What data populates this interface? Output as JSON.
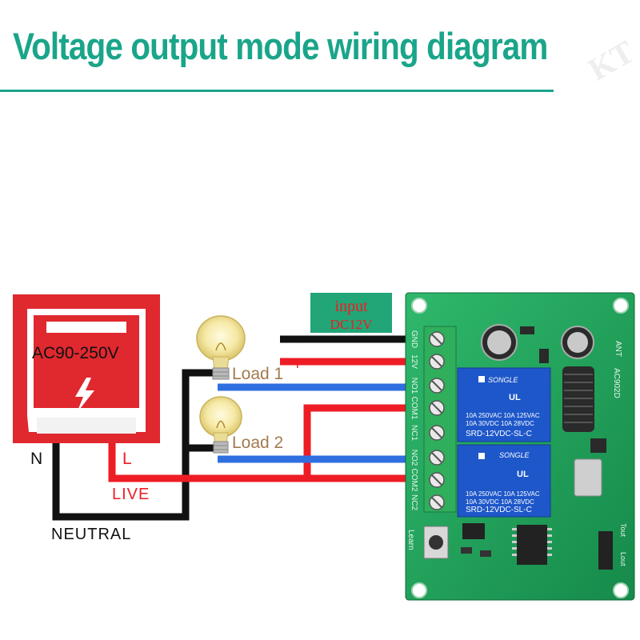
{
  "title": "Voltage output mode wiring diagram",
  "watermark": "KT",
  "power_source": {
    "label": "AC90-250V",
    "neutral_terminal": "N",
    "live_terminal": "L"
  },
  "wires": {
    "live_label": "LIVE",
    "neutral_label": "NEUTRAL"
  },
  "loads": [
    {
      "label": "Load 1"
    },
    {
      "label": "Load 2"
    }
  ],
  "input": {
    "label": "input",
    "voltage": "DC12V",
    "minus": "-",
    "plus": "+"
  },
  "board": {
    "terminals": [
      "GND",
      "12V",
      "NO1",
      "COM1",
      "NC1",
      "NO2",
      "COM2",
      "NC2"
    ],
    "relays": [
      {
        "brand": "SONGLE",
        "rating_1": "10A 250VAC  10A 125VAC",
        "rating_2": "10A  30VDC  10A  28VDC",
        "model": "SRD-12VDC-SL-C"
      },
      {
        "brand": "SONGLE",
        "rating_1": "10A 250VAC  10A 125VAC",
        "rating_2": "10A  30VDC  10A  28VDC",
        "model": "SRD-12VDC-SL-C"
      }
    ],
    "ant_label": "ANT",
    "module_label": "AC902D",
    "learn_label": "Learn",
    "mode_label": "Tout",
    "mode_label_2": "Lout"
  },
  "colors": {
    "accent": "#1aa58a",
    "wire_red": "#ee1c24",
    "wire_blue": "#2f6fe0",
    "wire_black": "#111111",
    "pcb": "#1fa35c",
    "relay": "#1e57c9",
    "meter": "#e0282f"
  }
}
